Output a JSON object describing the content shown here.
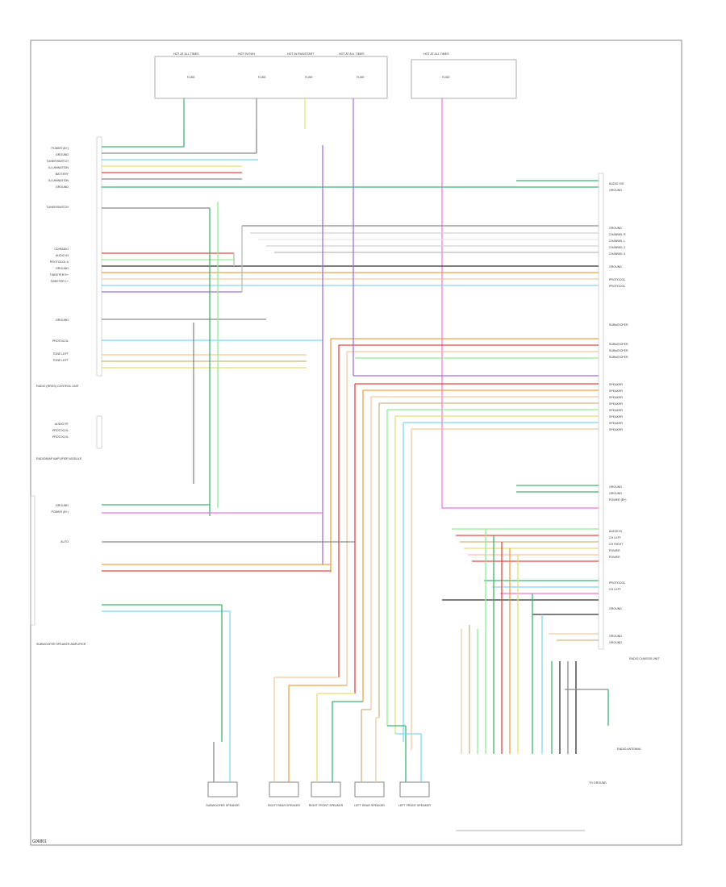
{
  "fuse_boxes": [
    {
      "name": "HOT AT ALL TIMES",
      "fuse": "FUSE"
    },
    {
      "name": "HOT IN RUN",
      "fuse": "FUSE"
    },
    {
      "name": "HOT IN RUN/START",
      "fuse": "FUSE"
    },
    {
      "name": "HOT AT ALL TIMES",
      "fuse": "FUSE"
    },
    {
      "name": "HOT AT ALL TIMES",
      "fuse": "FUSE"
    }
  ],
  "left_module": {
    "title": "RADIO/AMPLIFIER",
    "pins": [
      "POWER (B+)",
      "GROUND",
      "TUNER/SWITCH",
      "ILLUMINATION",
      "BATTERY",
      "ILLUMINATION",
      "GROUND",
      "TUNER/SWITCH",
      "CD/RADIO",
      "AUDIO IN",
      "PROTOCOL A",
      "GROUND",
      "TWEETER R+",
      "TWEETER L+",
      "GROUND",
      "PROTOCOL",
      "TONE LEFT",
      "TONE LEFT"
    ],
    "footer": "RADIO (RRDS) CONTROL UNIT"
  },
  "left_module_2": {
    "pins": [
      "AUDIO RT",
      "PROTOCOL",
      "PROTOCOL"
    ],
    "footer": "RADIO/MAP AMPLIFIER MODULE"
  },
  "left_module_3": {
    "pins": [
      "GROUND",
      "POWER (B+)",
      "AUTO",
      "",
      ""
    ],
    "footer": "SUBWOOFER SPEAKER AMPLIFIER"
  },
  "right_module": {
    "pins": [
      "AUDIO SIG",
      "GROUND",
      "GROUND",
      "CHANNEL R",
      "CHANNEL L",
      "CHANNEL 2",
      "CHANNEL 3",
      "GROUND",
      "PROTOCOL",
      "PROTOCOL",
      "SUBWOOFER",
      "SUBWOOFER",
      "SUBWOOFER",
      "SUBWOOFER",
      "SPEAKER",
      "SPEAKER",
      "SPEAKER",
      "SPEAKER",
      "SPEAKER",
      "SPEAKER",
      "SPEAKER",
      "SPEAKER",
      "GROUND",
      "GROUND",
      "POWER (B+)",
      "AUDIO IN",
      "CH LEFT",
      "CH RIGHT",
      "POWER",
      "POWER",
      "PROTOCOL",
      "CH LEFT",
      "GROUND",
      "GROUND",
      "GROUND"
    ],
    "footer": "RADIO CHASSIS UNIT"
  },
  "speakers": [
    {
      "name": "SUBWOOFER SPEAKER"
    },
    {
      "name": "RIGHT REAR SPEAKER"
    },
    {
      "name": "RIGHT FRONT SPEAKER"
    },
    {
      "name": "LEFT REAR SPEAKER"
    },
    {
      "name": "LEFT FRONT SPEAKER"
    }
  ],
  "bottom_connector_labels": [
    "",
    "",
    "",
    "",
    "",
    "",
    "",
    "",
    "",
    "",
    "",
    "",
    "",
    "",
    "",
    ""
  ],
  "antenna_label": "RADIO ANTENNA",
  "ground_label": "TO GROUND",
  "colors": {
    "frame": "#888888",
    "wire_green": "#3cb371",
    "wire_lightgreen": "#90ee90",
    "wire_red": "#e8463c",
    "wire_orange": "#f0a040",
    "wire_tan": "#d2b48c",
    "wire_blue": "#4a6fe0",
    "wire_lightblue": "#7fd8f0",
    "wire_pink": "#f070e0",
    "wire_yellow": "#e8e070",
    "wire_gray": "#8a8a8a",
    "wire_black": "#303030",
    "wire_violet": "#a070e0",
    "wire_peach": "#f4c8a0"
  },
  "footer_code": "G06801"
}
